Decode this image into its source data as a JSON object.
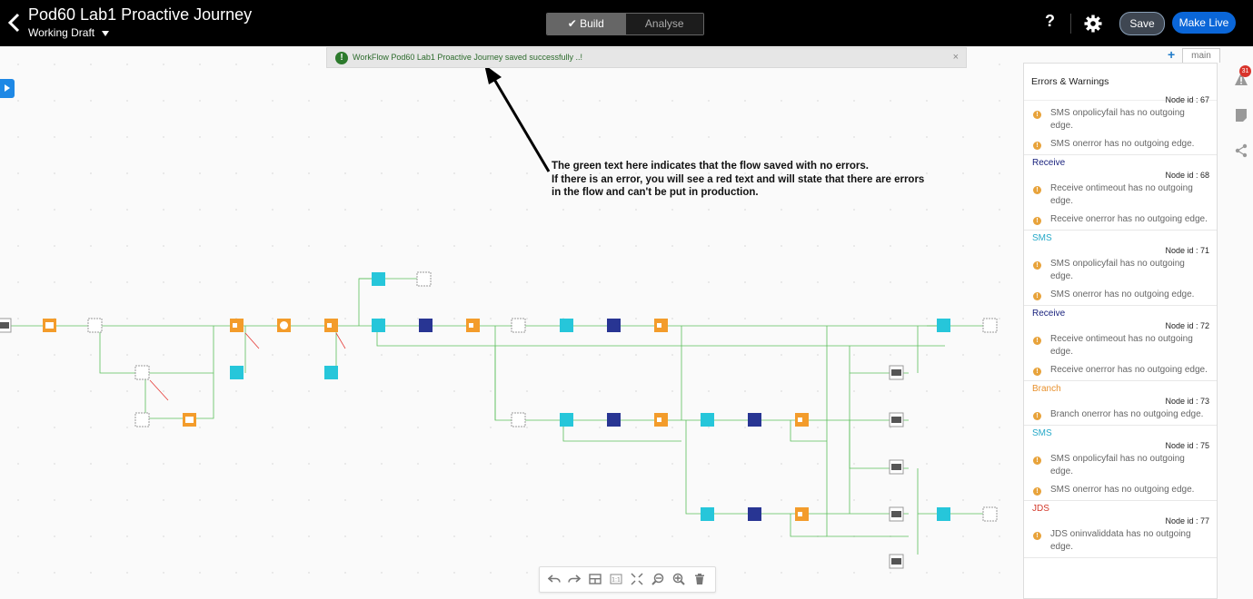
{
  "header": {
    "title": "Pod60 Lab1 Proactive Journey",
    "subtitle": "Working Draft",
    "tabs": [
      {
        "label": "Build",
        "active": true
      },
      {
        "label": "Analyse",
        "active": false
      }
    ],
    "help_label": "?",
    "save_label": "Save",
    "make_live_label": "Make Live"
  },
  "toast": {
    "message": "WorkFlow Pod60 Lab1 Proactive Journey saved successfully ..!",
    "icon": "!",
    "close": "×"
  },
  "annotation": {
    "lines": [
      "The green text here indicates that the flow saved with no errors.",
      "If there is an error, you will see a red text and will state that there are errors",
      "in the flow and can't be put in production."
    ]
  },
  "canvas_tabs": {
    "plus": "+",
    "main": "main"
  },
  "panel": {
    "title": "Errors & Warnings",
    "sections": [
      {
        "name": "",
        "color": "#222222",
        "node": "Node id : 67",
        "warnings": [
          "SMS onpolicyfail has no outgoing edge.",
          "SMS onerror has no outgoing edge."
        ]
      },
      {
        "name": "Receive",
        "color": "#1a237e",
        "node": "Node id : 68",
        "warnings": [
          "Receive ontimeout has no outgoing edge.",
          "Receive onerror has no outgoing edge."
        ]
      },
      {
        "name": "SMS",
        "color": "#26a9c8",
        "node": "Node id : 71",
        "warnings": [
          "SMS onpolicyfail has no outgoing edge.",
          "SMS onerror has no outgoing edge."
        ]
      },
      {
        "name": "Receive",
        "color": "#1a237e",
        "node": "Node id : 72",
        "warnings": [
          "Receive ontimeout has no outgoing edge.",
          "Receive onerror has no outgoing edge."
        ]
      },
      {
        "name": "Branch",
        "color": "#e8912d",
        "node": "Node id : 73",
        "warnings": [
          "Branch onerror has no outgoing edge."
        ]
      },
      {
        "name": "SMS",
        "color": "#26a9c8",
        "node": "Node id : 75",
        "warnings": [
          "SMS onpolicyfail has no outgoing edge.",
          "SMS onerror has no outgoing edge."
        ]
      },
      {
        "name": "JDS",
        "color": "#d33a2c",
        "node": "Node id : 77",
        "warnings": [
          "JDS oninvaliddata has no outgoing edge."
        ]
      }
    ]
  },
  "rail": {
    "badge_count": "31"
  },
  "colors": {
    "accent": "#0a66d8",
    "success": "#2c7a2c",
    "warning": "#e8a33b",
    "sms": "#26c6da",
    "branch": "#f39c2b",
    "receive": "#283593",
    "edge": "#4caf50",
    "error_edge": "#e53935"
  }
}
